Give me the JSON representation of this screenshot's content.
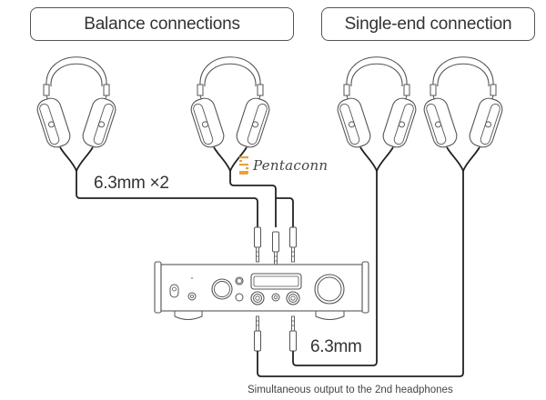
{
  "headers": {
    "balance": "Balance connections",
    "single_end": "Single-end connection"
  },
  "labels": {
    "balanced_cable": "6.3mm ×2",
    "single_cable": "6.3mm",
    "caption": "Simultaneous output to the 2nd headphones"
  },
  "brand": {
    "name": "Pentaconn",
    "logo_color": "#e8a33a"
  },
  "headphones": [
    {
      "id": "balanced-1",
      "group": "balance"
    },
    {
      "id": "balanced-2",
      "group": "balance"
    },
    {
      "id": "single-1",
      "group": "single_end"
    },
    {
      "id": "single-2",
      "group": "single_end"
    }
  ],
  "device": {
    "name": "headphone-amplifier"
  },
  "colors": {
    "line": "#222222",
    "outline": "#555555",
    "background": "#ffffff"
  }
}
